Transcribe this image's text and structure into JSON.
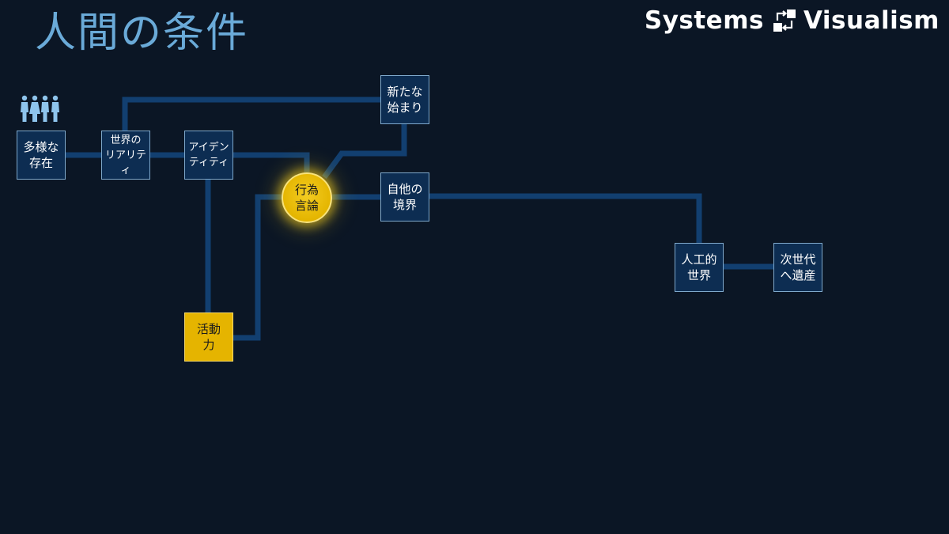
{
  "title": "人間の条件",
  "brand": {
    "left": "Systems",
    "right": "Visualism",
    "icon": "swap-squares-icon"
  },
  "people_icon": "people-group-icon",
  "colors": {
    "background": "#0b1625",
    "title": "#6aaad8",
    "node_fill": "#0d2d52",
    "node_border": "#7fa9cc",
    "connector": "#123f70",
    "highlight": "#e5b400"
  },
  "nodes": {
    "diverse": "多様な\n存在",
    "reality": "世界の\nリアリティ",
    "identity": "アイデン\nティティ",
    "new_beginning": "新たな\n始まり",
    "action": "行為\n言論",
    "self_other": "自他の\n境界",
    "activity": "活動\n力",
    "artificial": "人工的\n世界",
    "legacy": "次世代\nへ遺産"
  }
}
